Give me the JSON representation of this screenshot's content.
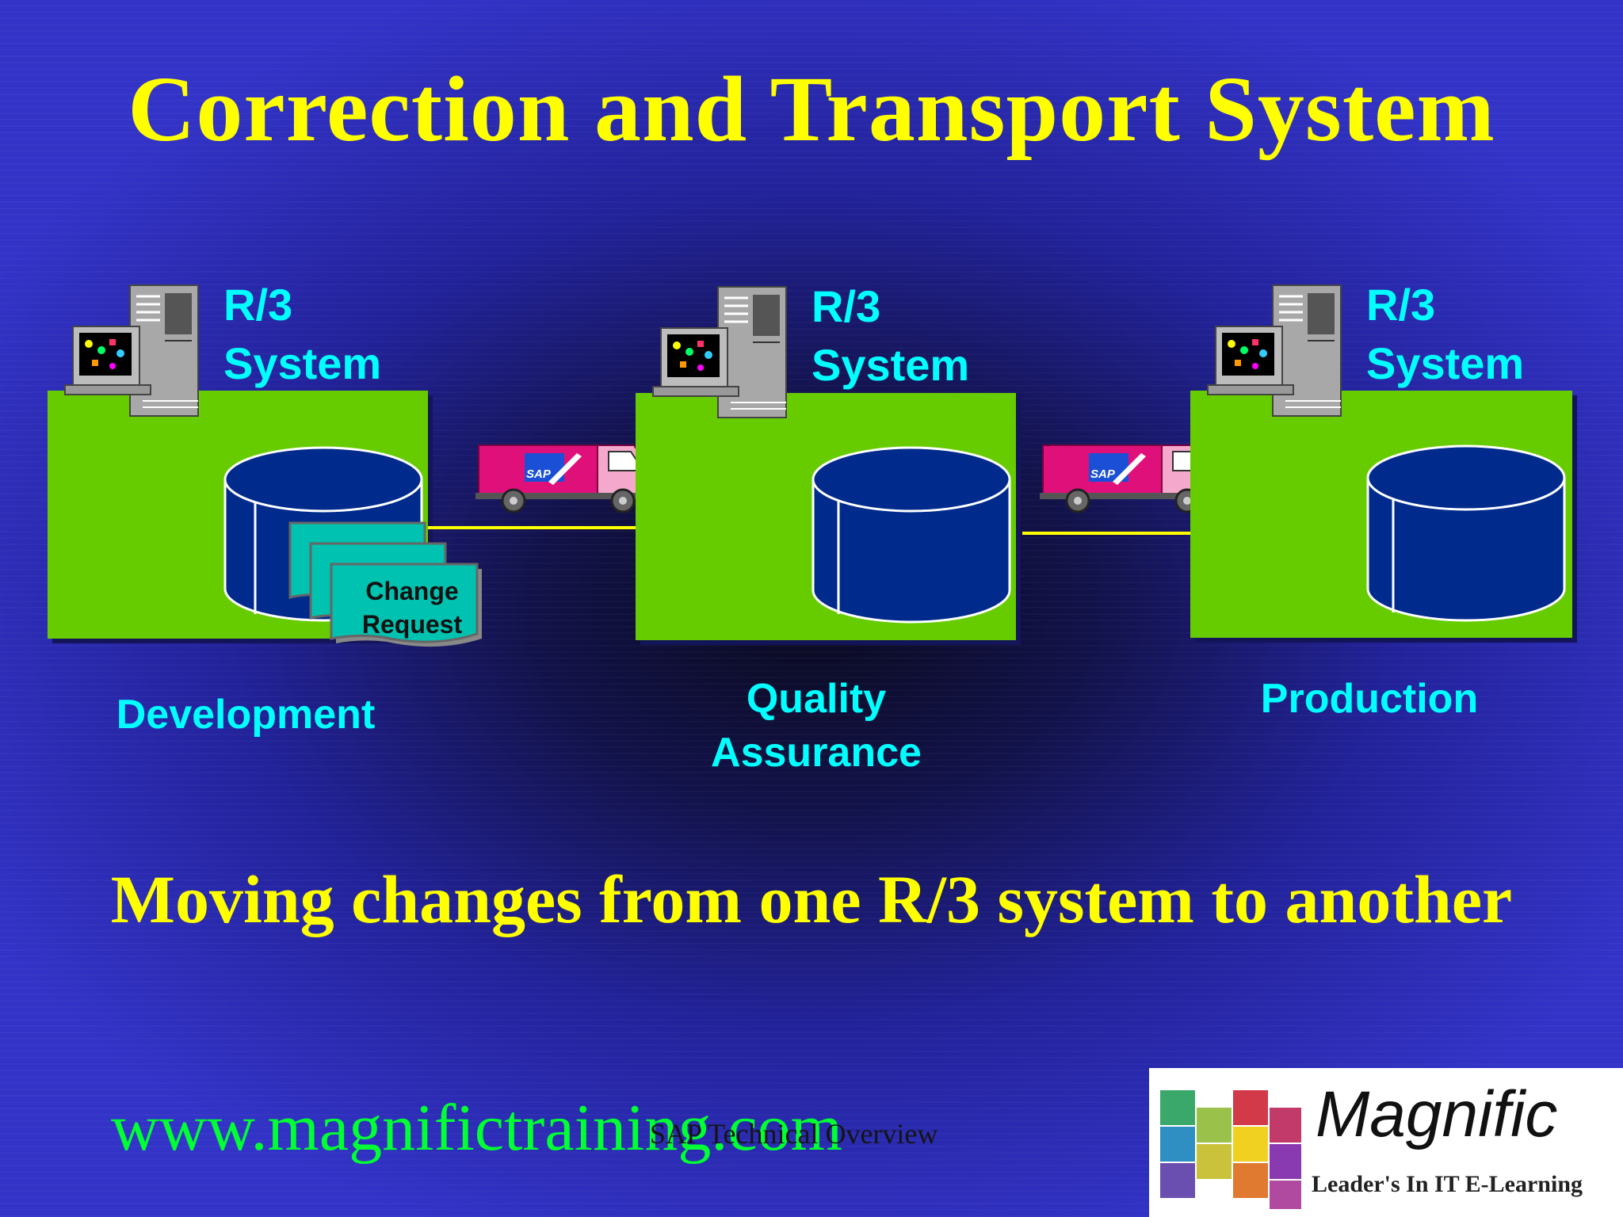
{
  "title": "Correction and Transport System",
  "systems": [
    {
      "label": "R/3\nSystem",
      "environment": "Development"
    },
    {
      "label": "R/3\nSystem",
      "environment": "Quality\nAssurance"
    },
    {
      "label": "R/3\nSystem",
      "environment": "Production"
    }
  ],
  "change_request": {
    "line1": "Change",
    "line2": "Request"
  },
  "truck_logo": "SAP",
  "tagline": "Moving changes from one R/3 system to another",
  "website": "www.magnifictraining.com",
  "footer": "SAP Technical Overview",
  "logo": {
    "name": "Magnific",
    "tagline": "Leader's In IT E-Learning"
  },
  "colors": {
    "title": "#ffff00",
    "label": "#00ffff",
    "box": "#66cc00",
    "database": "#002b8c",
    "website": "#00ff33",
    "truck": "#e0107a"
  }
}
